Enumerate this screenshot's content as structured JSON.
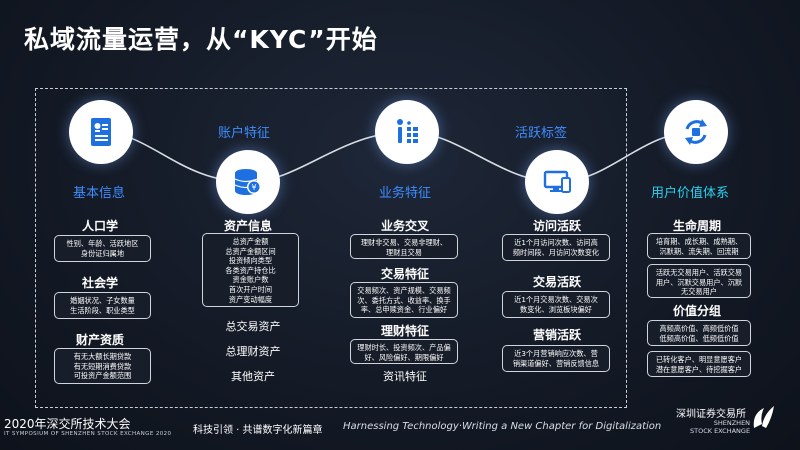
{
  "title": "私域流量运营，从“KYC”开始",
  "nodes": {
    "basic": {
      "label": "基本信息",
      "icon": "id-card-icon"
    },
    "asset": {
      "label": "账户特征",
      "icon": "coin-stack-icon"
    },
    "business": {
      "label": "业务特征",
      "icon": "info-list-icon"
    },
    "activity": {
      "label": "活跃标签",
      "icon": "devices-icon"
    },
    "value": {
      "label": "用户价值体系",
      "icon": "cycle-arrows-icon"
    }
  },
  "col1": {
    "h1": "人口学",
    "c1": [
      "性别、年龄、活跃地区",
      "身份证归属地"
    ],
    "h2": "社会学",
    "c2": [
      "婚姻状况、子女数量",
      "生活阶段、职业类型"
    ],
    "h3": "财产资质",
    "c3": [
      "有无大额长期贷款",
      "有无短期消费贷款",
      "可投资产金额范围"
    ]
  },
  "col2": {
    "h1": "资产信息",
    "c1": [
      "总资产金额",
      "总资产金额区间",
      "投资倾向类型",
      "各类资产持仓比",
      "资金账户数",
      "首次开户时间",
      "资产变动幅度"
    ],
    "p1": "总交易资产",
    "p2": "总理财资产",
    "p3": "其他资产"
  },
  "col3": {
    "h1": "业务交叉",
    "c1": [
      "理财非交易、交易非理财、",
      "理财且交易"
    ],
    "h2": "交易特征",
    "c2": [
      "交易频次、资产规模、交易频",
      "次、委托方式、收益率、换手",
      "率、总申赎资金、行业偏好"
    ],
    "h3": "理财特征",
    "c3": [
      "理财时长、投资频次、产品偏",
      "好、风险偏好、期限偏好"
    ],
    "p1": "资讯特征"
  },
  "col4": {
    "h1": "访问活跃",
    "c1": [
      "近1个月访问次数、访问高",
      "频时间段、月访问次数变化"
    ],
    "h2": "交易活跃",
    "c2": [
      "近1个月交易次数、交易次",
      "数变化、浏览板块偏好"
    ],
    "h3": "营销活跃",
    "c3": [
      "近3个月营销响应次数、营",
      "销渠道偏好、营销反馈信息"
    ]
  },
  "col5": {
    "h1": "生命周期",
    "c1": [
      "培育期、成长期、成熟期、",
      "沉默期、流失期、回流期"
    ],
    "c2": [
      "活跃无交易用户、活跃交易",
      "用户、沉默交易用户、沉默",
      "无交易用户"
    ],
    "h2": "价值分组",
    "c3": [
      "高频高价值、高频低价值",
      "低频高价值、低频低价值"
    ],
    "c4": [
      "已转化客户、明显意愿客户",
      "潜在意愿客户、待挖掘客户"
    ]
  },
  "footer": {
    "event_cn": "2020年深交所技术大会",
    "event_en": "IT SYMPOSIUM OF SHENZHEN STOCK EXCHANGE 2020",
    "slogan_cn": "科技引领 · 共谱数字化新篇章",
    "slogan_en": "Harnessing Technology·Writing a New Chapter for Digitalization",
    "org_cn": "深圳证券交易所",
    "org_en1": "SHENZHEN",
    "org_en2": "STOCK EXCHANGE"
  },
  "colors": {
    "accent_blue": "#3f8dff",
    "accent_cyan": "#2ad0f0",
    "background": "#151b27"
  }
}
